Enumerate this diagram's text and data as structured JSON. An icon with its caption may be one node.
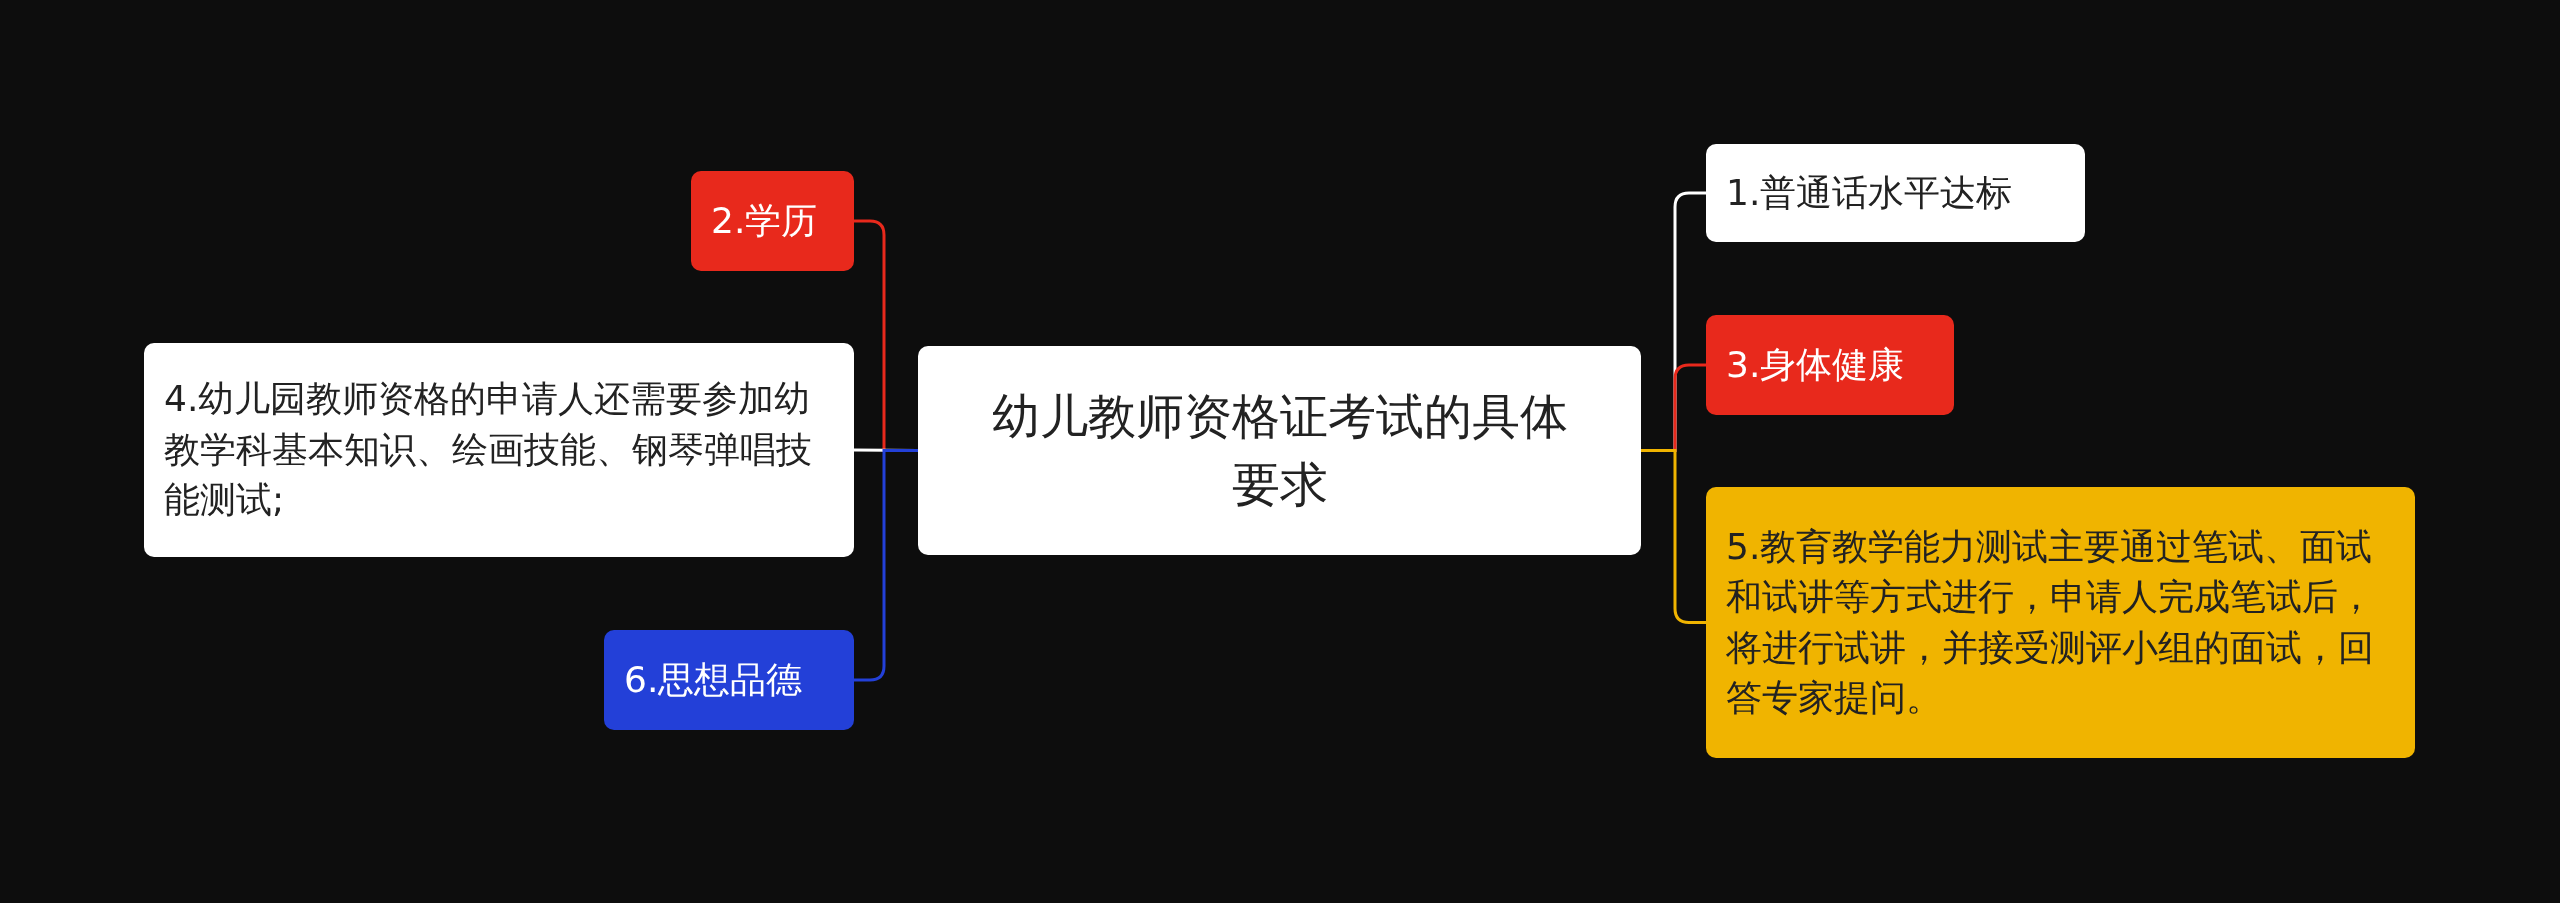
{
  "diagram": {
    "nodes": [
      {
        "text": [
          "幼儿教师资格证考试的具体要求"
        ]
      },
      {
        "text": [
          "2.学历"
        ]
      },
      {
        "text": [
          "4.幼儿园教师资格的申请人还需要参加幼教学科基本知识、绘画技能、钢琴弹唱技能测试;"
        ]
      },
      {
        "text": [
          "6.思想品德"
        ]
      },
      {
        "text": [
          "1.普通话水平达标"
        ]
      },
      {
        "text": [
          "3.身体健康"
        ]
      },
      {
        "text": [
          "5.教育教学能力测试主要通过笔试、面试和试讲等方式进行，申请人完成笔试后，将进行试讲，并接受测评小组的面试，回答专家提问。"
        ]
      }
    ],
    "edges": [
      {
        "from": 0,
        "to": 1,
        "arrow": "none",
        "color": "#e8291c"
      },
      {
        "from": 0,
        "to": 2,
        "arrow": "none",
        "color": "#ffffff"
      },
      {
        "from": 0,
        "to": 3,
        "arrow": "none",
        "color": "#2340d8"
      },
      {
        "from": 0,
        "to": 4,
        "arrow": "none",
        "color": "#ffffff"
      },
      {
        "from": 0,
        "to": 5,
        "arrow": "none",
        "color": "#e8291c"
      },
      {
        "from": 0,
        "to": 6,
        "arrow": "none",
        "color": "#f0b400"
      }
    ]
  }
}
